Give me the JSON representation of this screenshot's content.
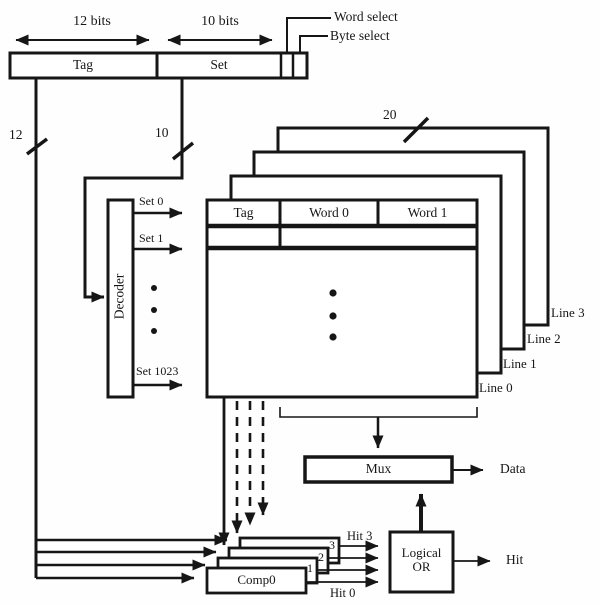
{
  "colors": {
    "ink": "#161616",
    "background": "#fefefe"
  },
  "address_register": {
    "tag_width_label": "12 bits",
    "set_width_label": "10 bits",
    "word_select_label": "Word select",
    "byte_select_label": "Byte select",
    "tag_field": "Tag",
    "set_field": "Set"
  },
  "buses": {
    "tag_width": "12",
    "set_width": "10",
    "line_width": "20"
  },
  "decoder": {
    "label": "Decoder",
    "outputs": [
      "Set 0",
      "Set 1",
      "Set 1023"
    ]
  },
  "cache_array": {
    "columns": [
      "Tag",
      "Word 0",
      "Word 1"
    ],
    "lines": [
      "Line 0",
      "Line 1",
      "Line 2",
      "Line 3"
    ]
  },
  "mux": {
    "label": "Mux",
    "output_label": "Data"
  },
  "comparators": {
    "front_label": "Comp0",
    "peek_digits": [
      "1",
      "2",
      "3"
    ],
    "hit_top_label": "Hit 3",
    "hit_bottom_label": "Hit 0"
  },
  "or_gate": {
    "label_line1": "Logical",
    "label_line2": "OR",
    "output_label": "Hit"
  }
}
